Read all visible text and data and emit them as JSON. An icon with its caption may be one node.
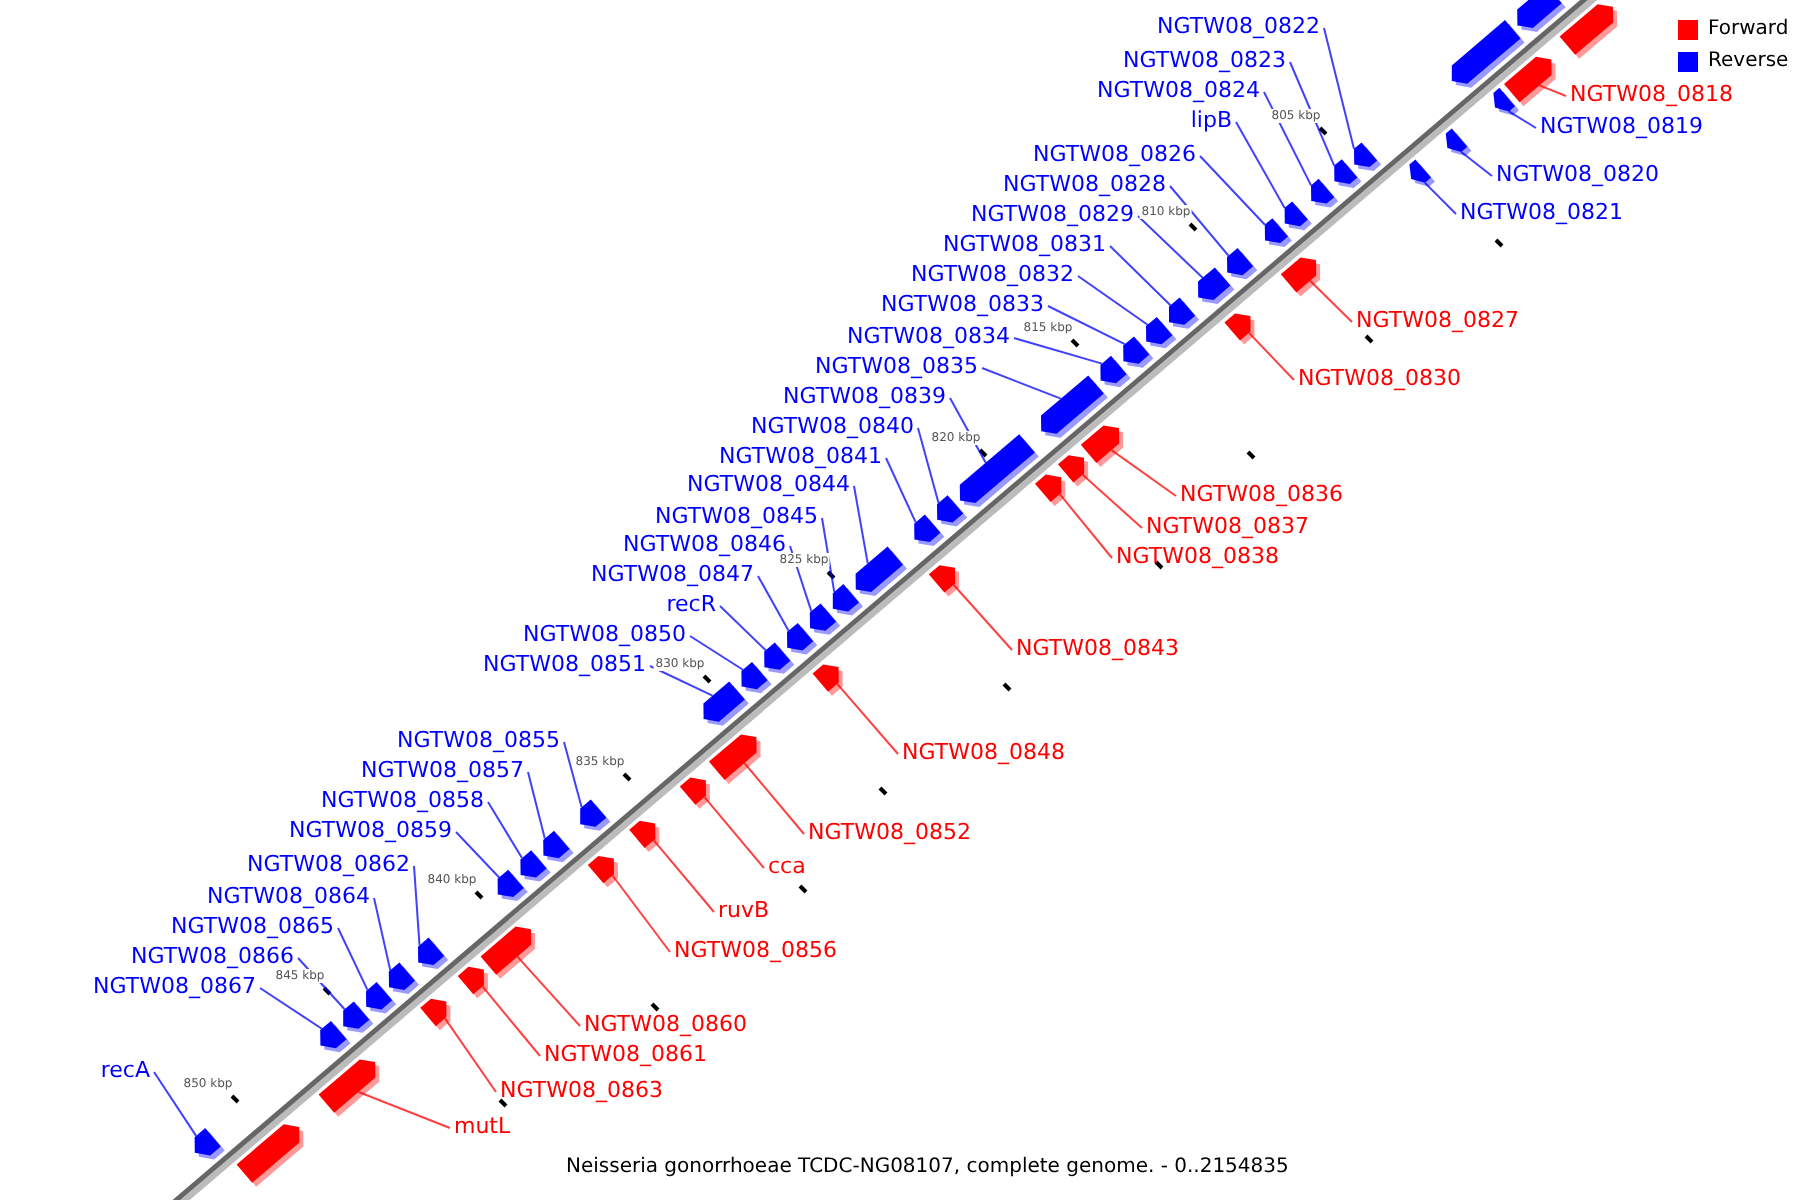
{
  "diagram": {
    "caption": "Neisseria gonorrhoeae TCDC-NG08107, complete genome. - 0..2154835",
    "nodes": [
      {
        "text": [
          "NGTW08_0822"
        ]
      },
      {
        "text": [
          "NGTW08_0823"
        ]
      },
      {
        "text": [
          "NGTW08_0824"
        ]
      },
      {
        "text": [
          "NGTW08_0818"
        ]
      },
      {
        "text": [
          "lipB"
        ]
      },
      {
        "text": [
          "NGTW08_0819"
        ]
      },
      {
        "text": [
          "NGTW08_0826"
        ]
      },
      {
        "text": [
          "NGTW08_0820"
        ]
      },
      {
        "text": [
          "NGTW08_0828"
        ]
      },
      {
        "text": [
          "NGTW08_0821"
        ]
      },
      {
        "text": [
          "NGTW08_0829"
        ]
      },
      {
        "text": [
          "NGTW08_0831"
        ]
      },
      {
        "text": [
          "NGTW08_0832"
        ]
      },
      {
        "text": [
          "NGTW08_0833"
        ]
      },
      {
        "text": [
          "NGTW08_0827"
        ]
      },
      {
        "text": [
          "NGTW08_0834"
        ]
      },
      {
        "text": [
          "NGTW08_0835"
        ]
      },
      {
        "text": [
          "NGTW08_0830"
        ]
      },
      {
        "text": [
          "NGTW08_0839"
        ]
      },
      {
        "text": [
          "NGTW08_0840"
        ]
      },
      {
        "text": [
          "NGTW08_0841"
        ]
      },
      {
        "text": [
          "NGTW08_0844"
        ]
      },
      {
        "text": [
          "NGTW08_0836"
        ]
      },
      {
        "text": [
          "NGTW08_0845"
        ]
      },
      {
        "text": [
          "NGTW08_0837"
        ]
      },
      {
        "text": [
          "NGTW08_0846"
        ]
      },
      {
        "text": [
          "NGTW08_0838"
        ]
      },
      {
        "text": [
          "NGTW08_0847"
        ]
      },
      {
        "text": [
          "recR"
        ]
      },
      {
        "text": [
          "NGTW08_0850"
        ]
      },
      {
        "text": [
          "NGTW08_0843"
        ]
      },
      {
        "text": [
          "NGTW08_0851"
        ]
      },
      {
        "text": [
          "NGTW08_0855"
        ]
      },
      {
        "text": [
          "NGTW08_0848"
        ]
      },
      {
        "text": [
          "NGTW08_0857"
        ]
      },
      {
        "text": [
          "NGTW08_0858"
        ]
      },
      {
        "text": [
          "NGTW08_0859"
        ]
      },
      {
        "text": [
          "NGTW08_0852"
        ]
      },
      {
        "text": [
          "NGTW08_0862"
        ]
      },
      {
        "text": [
          "cca"
        ]
      },
      {
        "text": [
          "NGTW08_0864"
        ]
      },
      {
        "text": [
          "ruvB"
        ]
      },
      {
        "text": [
          "NGTW08_0865"
        ]
      },
      {
        "text": [
          "NGTW08_0856"
        ]
      },
      {
        "text": [
          "NGTW08_0866"
        ]
      },
      {
        "text": [
          "NGTW08_0867"
        ]
      },
      {
        "text": [
          "NGTW08_0860"
        ]
      },
      {
        "text": [
          "NGTW08_0861"
        ]
      },
      {
        "text": [
          "recA"
        ]
      },
      {
        "text": [
          "NGTW08_0863"
        ]
      },
      {
        "text": [
          "mutL"
        ]
      },
      {
        "text": [],
        "shape": "arrow"
      },
      {
        "text": [],
        "shape": "arrow"
      },
      {
        "text": [],
        "shape": "arrow"
      },
      {
        "text": [],
        "shape": "arrow"
      },
      {
        "text": [],
        "shape": "arrow"
      },
      {
        "text": [],
        "shape": "arrow"
      },
      {
        "text": [],
        "shape": "arrow"
      },
      {
        "text": [],
        "shape": "arrow"
      },
      {
        "text": [],
        "shape": "arrow"
      },
      {
        "text": [],
        "shape": "arrow"
      },
      {
        "text": [],
        "shape": "arrow"
      },
      {
        "text": [],
        "shape": "arrow"
      },
      {
        "text": [],
        "shape": "arrow"
      },
      {
        "text": [],
        "shape": "arrow"
      },
      {
        "text": [],
        "shape": "arrow"
      },
      {
        "text": [],
        "shape": "arrow"
      },
      {
        "text": [],
        "shape": "arrow"
      },
      {
        "text": [],
        "shape": "arrow"
      },
      {
        "text": [],
        "shape": "arrow"
      },
      {
        "text": [],
        "shape": "arrow"
      },
      {
        "text": [],
        "shape": "arrow"
      },
      {
        "text": [],
        "shape": "arrow"
      },
      {
        "text": [],
        "shape": "arrow"
      },
      {
        "text": [],
        "shape": "arrow"
      },
      {
        "text": [],
        "shape": "arrow"
      },
      {
        "text": [],
        "shape": "arrow"
      },
      {
        "text": [],
        "shape": "arrow"
      },
      {
        "text": [],
        "shape": "arrow"
      },
      {
        "text": [],
        "shape": "arrow"
      },
      {
        "text": [],
        "shape": "arrow"
      },
      {
        "text": [],
        "shape": "arrow"
      },
      {
        "text": [],
        "shape": "arrow"
      },
      {
        "text": [],
        "shape": "arrow"
      },
      {
        "text": [],
        "shape": "arrow"
      },
      {
        "text": [],
        "shape": "arrow"
      },
      {
        "text": [],
        "shape": "arrow"
      },
      {
        "text": [],
        "shape": "arrow"
      },
      {
        "text": [],
        "shape": "arrow"
      },
      {
        "text": [],
        "shape": "arrow"
      },
      {
        "text": [],
        "shape": "arrow"
      },
      {
        "text": [],
        "shape": "arrow"
      },
      {
        "text": [],
        "shape": "arrow"
      },
      {
        "text": [],
        "shape": "arrow"
      },
      {
        "text": [],
        "shape": "arrow"
      },
      {
        "text": [],
        "shape": "arrow"
      },
      {
        "text": [],
        "shape": "arrow"
      },
      {
        "text": [],
        "shape": "arrow"
      },
      {
        "text": [],
        "shape": "arrow"
      },
      {
        "text": [],
        "shape": "arrow"
      },
      {
        "text": [],
        "shape": "arrow"
      },
      {
        "text": [],
        "shape": "arrow"
      },
      {
        "text": [],
        "shape": "arrow"
      },
      {
        "text": [],
        "shape": "arrow"
      },
      {
        "text": [],
        "shape": "arrow"
      },
      {
        "text": [],
        "shape": "arrow"
      }
    ],
    "edges": [
      {
        "from": 0,
        "to": 51,
        "arrow": "none"
      },
      {
        "from": 1,
        "to": 52,
        "arrow": "none"
      },
      {
        "from": 2,
        "to": 53,
        "arrow": "none"
      },
      {
        "from": 3,
        "to": 54,
        "arrow": "none",
        "color": "#ff0000"
      },
      {
        "from": 4,
        "to": 55,
        "arrow": "none"
      },
      {
        "from": 5,
        "to": 56,
        "arrow": "none"
      },
      {
        "from": 6,
        "to": 57,
        "arrow": "none"
      },
      {
        "from": 7,
        "to": 58,
        "arrow": "none"
      },
      {
        "from": 8,
        "to": 59,
        "arrow": "none"
      },
      {
        "from": 9,
        "to": 60,
        "arrow": "none"
      },
      {
        "from": 10,
        "to": 61,
        "arrow": "none"
      },
      {
        "from": 11,
        "to": 62,
        "arrow": "none"
      },
      {
        "from": 12,
        "to": 63,
        "arrow": "none"
      },
      {
        "from": 13,
        "to": 64,
        "arrow": "none"
      },
      {
        "from": 14,
        "to": 65,
        "arrow": "none",
        "color": "#ff0000"
      },
      {
        "from": 15,
        "to": 66,
        "arrow": "none"
      },
      {
        "from": 16,
        "to": 67,
        "arrow": "none"
      },
      {
        "from": 17,
        "to": 68,
        "arrow": "none",
        "color": "#ff0000"
      },
      {
        "from": 18,
        "to": 69,
        "arrow": "none"
      },
      {
        "from": 19,
        "to": 70,
        "arrow": "none"
      },
      {
        "from": 20,
        "to": 71,
        "arrow": "none"
      },
      {
        "from": 21,
        "to": 72,
        "arrow": "none"
      },
      {
        "from": 22,
        "to": 73,
        "arrow": "none",
        "color": "#ff0000"
      },
      {
        "from": 23,
        "to": 74,
        "arrow": "none"
      },
      {
        "from": 24,
        "to": 75,
        "arrow": "none",
        "color": "#ff0000"
      },
      {
        "from": 25,
        "to": 76,
        "arrow": "none"
      },
      {
        "from": 26,
        "to": 77,
        "arrow": "none",
        "color": "#ff0000"
      },
      {
        "from": 27,
        "to": 78,
        "arrow": "none"
      },
      {
        "from": 28,
        "to": 79,
        "arrow": "none"
      },
      {
        "from": 29,
        "to": 80,
        "arrow": "none"
      },
      {
        "from": 30,
        "to": 81,
        "arrow": "none",
        "color": "#ff0000"
      },
      {
        "from": 31,
        "to": 82,
        "arrow": "none"
      },
      {
        "from": 32,
        "to": 83,
        "arrow": "none"
      },
      {
        "from": 33,
        "to": 84,
        "arrow": "none",
        "color": "#ff0000"
      },
      {
        "from": 34,
        "to": 85,
        "arrow": "none"
      },
      {
        "from": 35,
        "to": 86,
        "arrow": "none"
      },
      {
        "from": 36,
        "to": 87,
        "arrow": "none"
      },
      {
        "from": 37,
        "to": 88,
        "arrow": "none",
        "color": "#ff0000"
      },
      {
        "from": 38,
        "to": 89,
        "arrow": "none"
      },
      {
        "from": 39,
        "to": 90,
        "arrow": "none",
        "color": "#ff0000"
      },
      {
        "from": 40,
        "to": 91,
        "arrow": "none"
      },
      {
        "from": 41,
        "to": 92,
        "arrow": "none",
        "color": "#ff0000"
      },
      {
        "from": 42,
        "to": 93,
        "arrow": "none"
      },
      {
        "from": 43,
        "to": 94,
        "arrow": "none",
        "color": "#ff0000"
      },
      {
        "from": 44,
        "to": 95,
        "arrow": "none"
      },
      {
        "from": 45,
        "to": 96,
        "arrow": "none"
      },
      {
        "from": 46,
        "to": 97,
        "arrow": "none",
        "color": "#ff0000"
      },
      {
        "from": 47,
        "to": 98,
        "arrow": "none",
        "color": "#ff0000"
      },
      {
        "from": 48,
        "to": 99,
        "arrow": "none"
      },
      {
        "from": 49,
        "to": 100,
        "arrow": "none",
        "color": "#ff0000"
      },
      {
        "from": 50,
        "to": 101,
        "arrow": "none",
        "color": "#ff0000"
      }
    ],
    "labels": [
      "805 kbp",
      "810 kbp",
      "815 kbp",
      "820 kbp",
      "825 kbp",
      "830 kbp",
      "835 kbp",
      "840 kbp",
      "845 kbp",
      "850 kbp"
    ],
    "legend": [
      {
        "text": "Forward",
        "color": "#ff0000"
      },
      {
        "text": "Reverse",
        "color": "#0000ff"
      }
    ]
  }
}
